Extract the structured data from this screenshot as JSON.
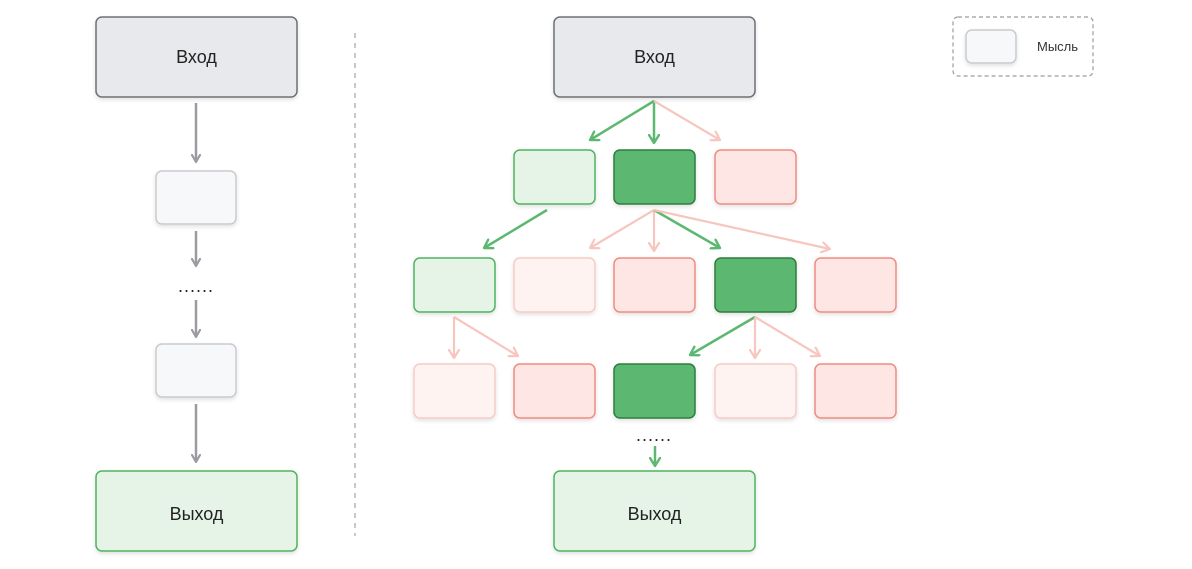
{
  "labels": {
    "input": "Вход",
    "output": "Выход",
    "legend_thought": "Мысль",
    "ellipsis": "......"
  },
  "colors": {
    "io_input_fill": "#e8e9ec",
    "io_input_stroke": "#6e7075",
    "io_output_fill": "#e6f4e8",
    "io_output_stroke": "#4fb35f",
    "thought_fill": "#f7f8fa",
    "thought_stroke": "#c9cbcf",
    "selected_fill": "#5cb870",
    "selected_stroke": "#2e7d3c",
    "kept_fill": "#e6f4e8",
    "kept_stroke": "#4fb35f",
    "rejected_fill": "#fde6e4",
    "rejected_stroke": "#ee8c80",
    "faint_fill": "#fff3f2",
    "faint_stroke": "#f6cbc6",
    "arrow_gray": "#9a9ca0",
    "arrow_green": "#5cb870",
    "arrow_pink": "#f6c6bf",
    "divider": "#b5b5b5",
    "legend_border": "#9a9ca0"
  }
}
